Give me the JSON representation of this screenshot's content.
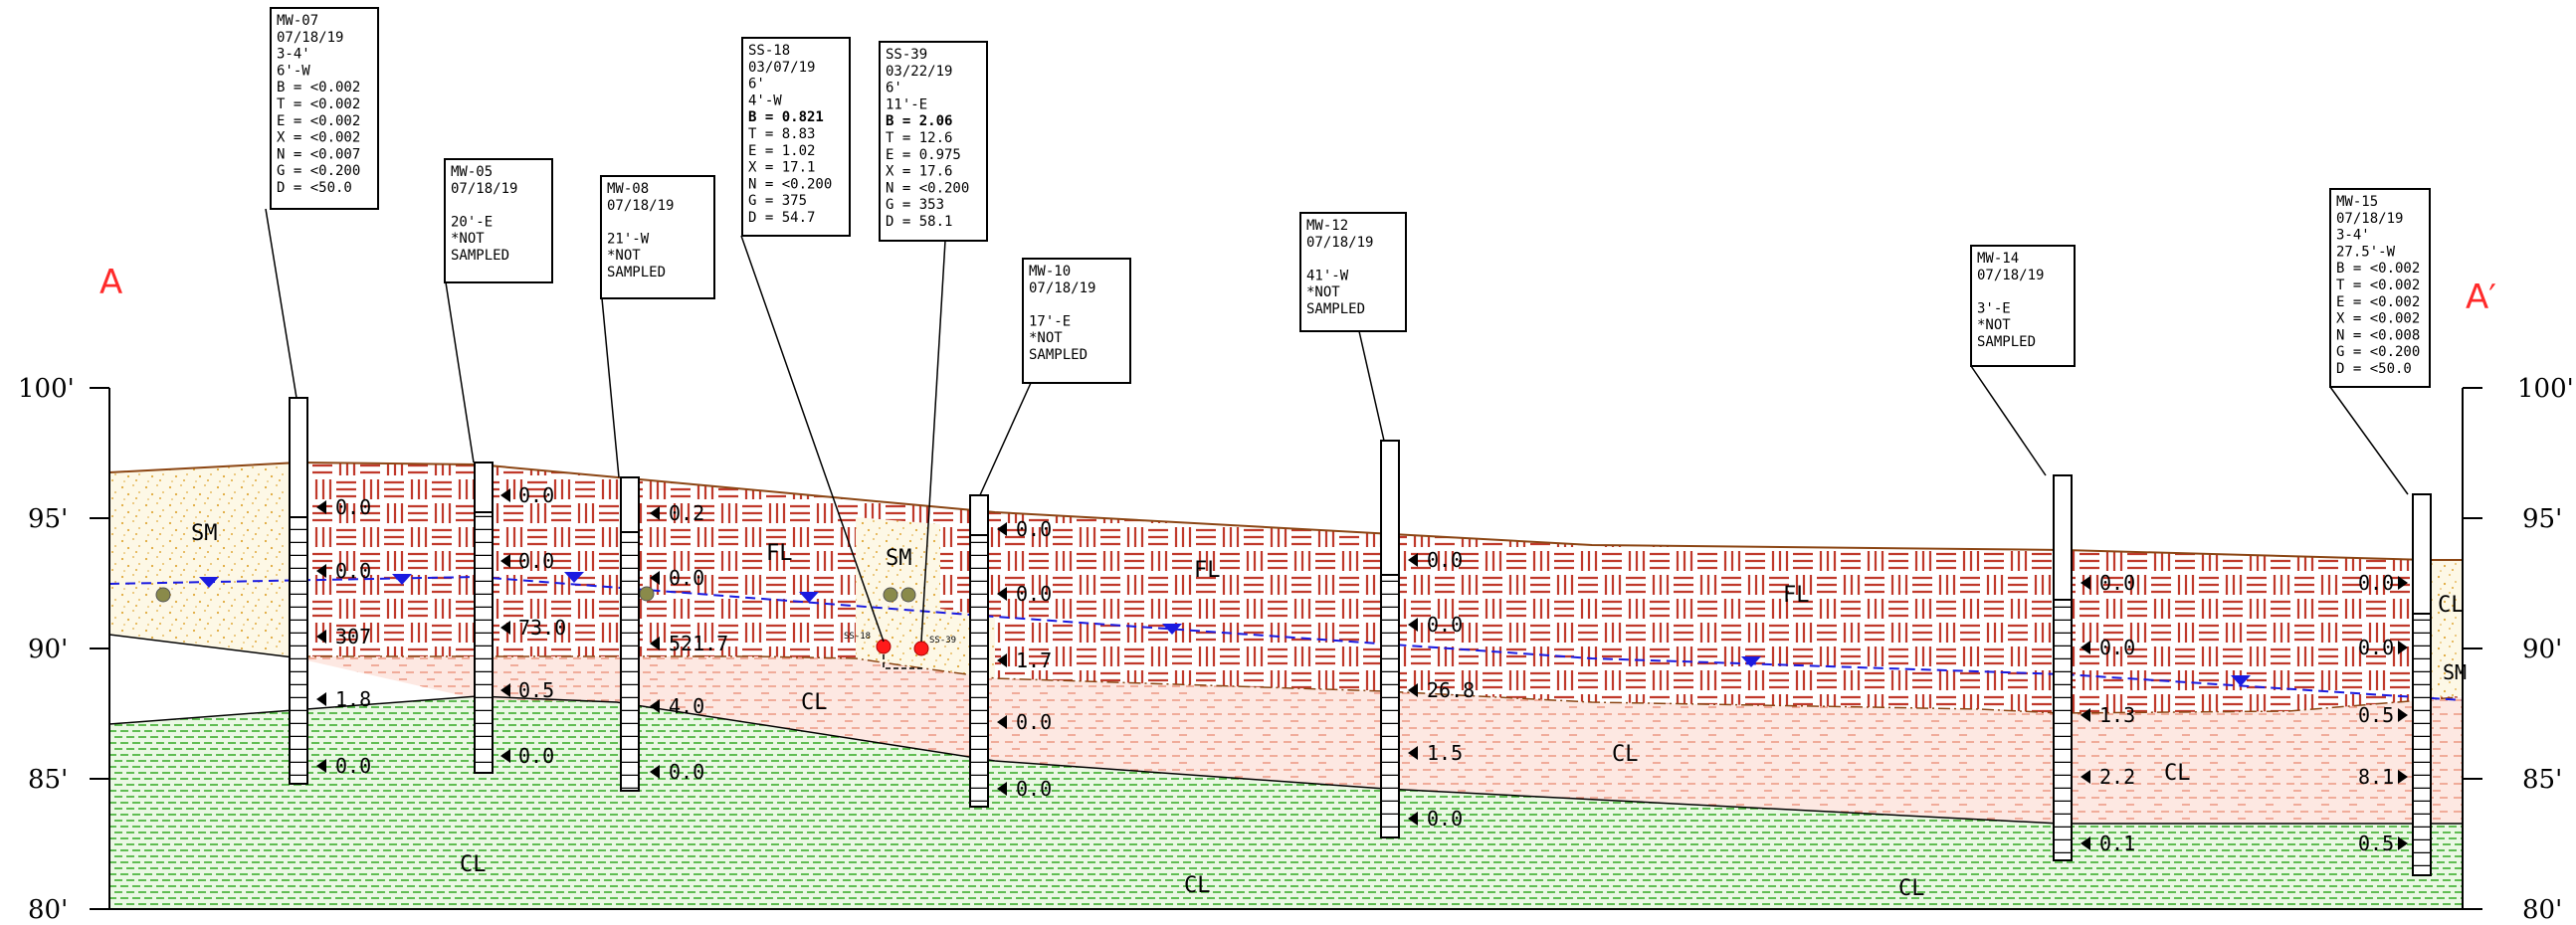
{
  "section": {
    "start": "A",
    "end": "A′"
  },
  "axis": {
    "left": [
      "100'",
      "95'",
      "90'",
      "85'",
      "80'"
    ],
    "right": [
      "100'",
      "95'",
      "90'",
      "85'",
      "80'"
    ]
  },
  "soil_labels": {
    "sm_left": "SM",
    "fl_1": "FL",
    "sm_mid": "SM",
    "fl_2": "FL",
    "fl_3": "FL",
    "cl_1": "CL",
    "cl_2": "CL",
    "cl_3": "CL",
    "cl_bot_1": "CL",
    "cl_bot_2": "CL",
    "cl_bot_3": "CL",
    "cl_right": "CL",
    "sm_right": "SM"
  },
  "samples": {
    "ss18": "SS-18",
    "ss39": "SS-39"
  },
  "colors": {
    "fill_red": "#e23b2a",
    "fill_green": "#4ab33a",
    "water": "#1a1ae0",
    "section_label": "#ff2a2a",
    "boundary_brown": "#8b4513"
  },
  "callouts": [
    {
      "id": "mw07",
      "lines": [
        "MW-07",
        "07/18/19",
        "3-4'",
        "6'-W",
        "B = <0.002",
        "T = <0.002",
        "E = <0.002",
        "X = <0.002",
        "N = <0.007",
        "G = <0.200",
        "D = <50.0"
      ]
    },
    {
      "id": "mw05",
      "lines": [
        "MW-05",
        "07/18/19",
        "",
        "20'-E",
        "*NOT",
        "SAMPLED"
      ]
    },
    {
      "id": "mw08",
      "lines": [
        "MW-08",
        "07/18/19",
        "",
        "21'-W",
        "*NOT",
        "SAMPLED"
      ]
    },
    {
      "id": "ss18",
      "lines": [
        "SS-18",
        "03/07/19",
        "6'",
        "4'-W",
        "B = 0.821",
        "T = 8.83",
        "E = 1.02",
        "X = 17.1",
        "N = <0.200",
        "G = 375",
        "D = 54.7"
      ]
    },
    {
      "id": "ss39",
      "lines": [
        "SS-39",
        "03/22/19",
        "6'",
        "11'-E",
        "B = 2.06",
        "T = 12.6",
        "E = 0.975",
        "X = 17.6",
        "N = <0.200",
        "G = 353",
        "D = 58.1"
      ]
    },
    {
      "id": "mw10",
      "lines": [
        "MW-10",
        "07/18/19",
        "",
        "17'-E",
        "*NOT",
        "SAMPLED"
      ]
    },
    {
      "id": "mw12",
      "lines": [
        "MW-12",
        "07/18/19",
        "",
        "41'-W",
        "*NOT",
        "SAMPLED"
      ]
    },
    {
      "id": "mw14",
      "lines": [
        "MW-14",
        "07/18/19",
        "",
        "3'-E",
        "*NOT",
        "SAMPLED"
      ]
    },
    {
      "id": "mw15",
      "lines": [
        "MW-15",
        "07/18/19",
        "3-4'",
        "27.5'-W",
        "B = <0.002",
        "T = <0.002",
        "E = <0.002",
        "X = <0.002",
        "N = <0.008",
        "G = <0.200",
        "D = <50.0"
      ]
    }
  ],
  "pid_readings": {
    "mw07": [
      "0.0",
      "0.0",
      "307",
      "1.8",
      "0.0"
    ],
    "mw05": [
      "0.0",
      "0.0",
      "73.0",
      "0.5",
      "0.0"
    ],
    "mw08": [
      "0.2",
      "0.0",
      "521.7",
      "4.0",
      "0.0"
    ],
    "mw10": [
      "0.0",
      "0.0",
      "1.7",
      "0.0",
      "0.0"
    ],
    "mw12": [
      "0.0",
      "0.0",
      "26.8",
      "1.5",
      "0.0"
    ],
    "mw14": [
      "0.0",
      "0.0",
      "1.3",
      "2.2",
      "0.1"
    ],
    "mw15": [
      "0.0",
      "0.0",
      "0.5",
      "8.1",
      "0.5"
    ]
  }
}
